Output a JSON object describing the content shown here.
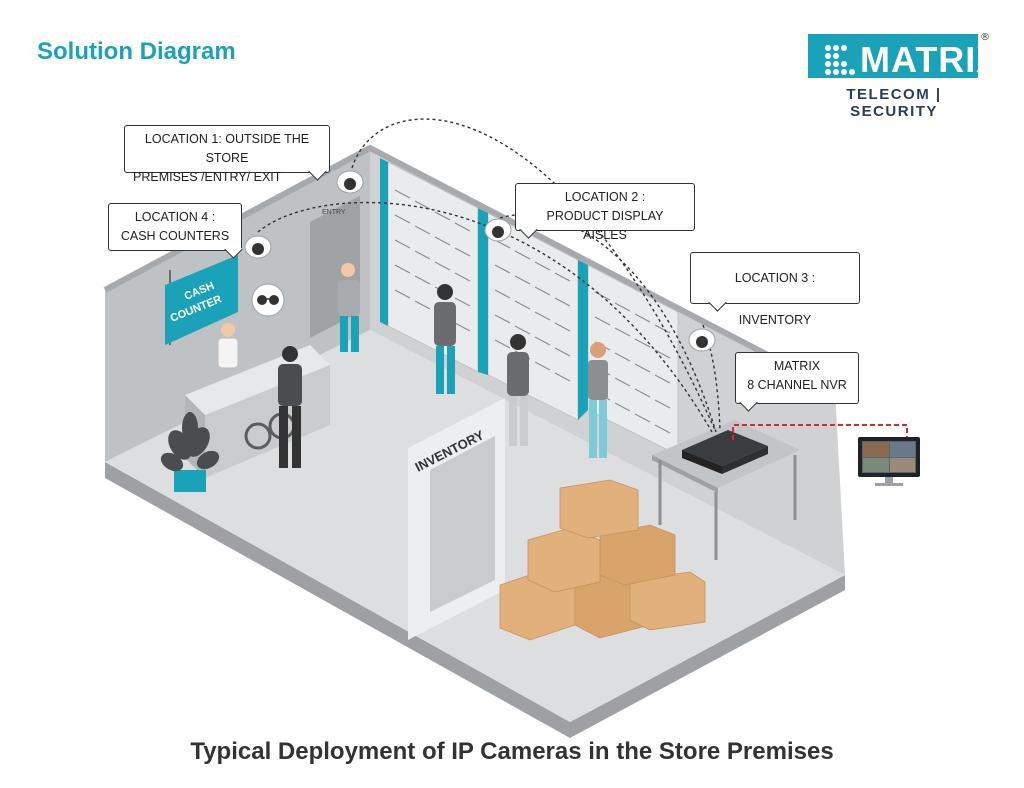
{
  "heading": "Solution Diagram",
  "logo": {
    "name": "MATRIX",
    "tagline": "TELECOM | SECURITY",
    "registered_mark": "®"
  },
  "callouts": {
    "location1": {
      "line1": "LOCATION 1: OUTSIDE THE STORE",
      "line2": "PREMISES /ENTRY/ EXIT"
    },
    "location2": {
      "line1": "LOCATION 2 :",
      "line2": "PRODUCT DISPLAY AISLES"
    },
    "location3": {
      "line1": "LOCATION 3 : INVENTORY"
    },
    "location4": {
      "line1": "LOCATION 4 :",
      "line2": "CASH COUNTERS"
    },
    "nvr": {
      "line1": "MATRIX",
      "line2": "8 CHANNEL NVR"
    }
  },
  "scene_labels": {
    "cash_counter_line1": "CASH",
    "cash_counter_line2": "COUNTER",
    "inventory_sign": "INVENTORY",
    "entry_sign": "ENTRY"
  },
  "caption": "Typical Deployment of IP Cameras in the Store Premises",
  "colors": {
    "accent": "#1aa3b8",
    "floor": "#d9dbdd",
    "wall": "#c8cacc",
    "box": "#e2b07a",
    "link_line": "#e0262b"
  }
}
